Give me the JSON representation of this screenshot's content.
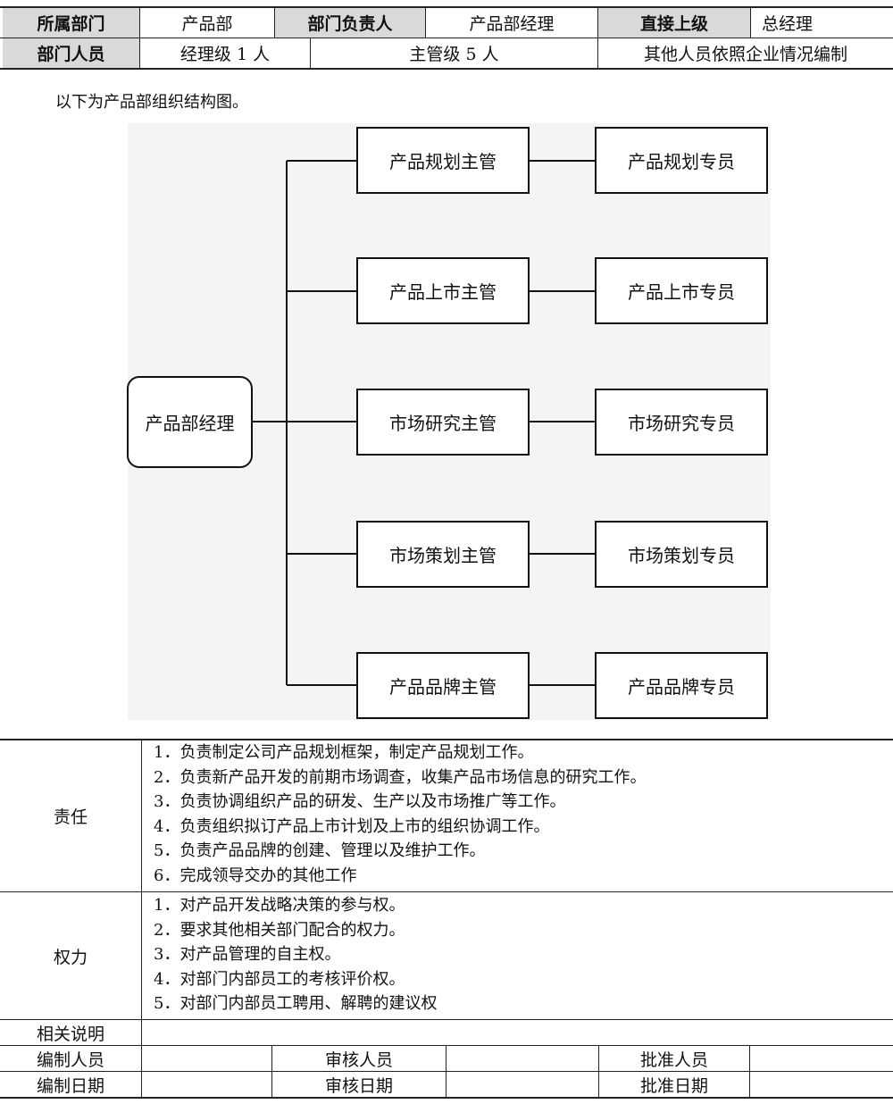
{
  "header_table": {
    "row1": {
      "dept_label": "所属部门",
      "dept_value": "产品部",
      "head_label": "部门负责人",
      "head_value": "产品部经理",
      "superior_label": "直接上级",
      "superior_value": "总经理"
    },
    "row2": {
      "staff_label": "部门人员",
      "manager_count": "经理级 1 人",
      "supervisor_count": "主管级 5 人",
      "others_note": "其他人员依照企业情况编制"
    }
  },
  "intro_text": "以下为产品部组织结构图。",
  "org_chart": {
    "root": "产品部经理",
    "supervisors": [
      "产品规划主管",
      "产品上市主管",
      "市场研究主管",
      "市场策划主管",
      "产品品牌主管"
    ],
    "specialists": [
      "产品规划专员",
      "产品上市专员",
      "市场研究专员",
      "市场策划专员",
      "产品品牌专员"
    ]
  },
  "duties": {
    "responsibility_label": "责任",
    "responsibilities": [
      "1．负责制定公司产品规划框架，制定产品规划工作。",
      "2．负责新产品开发的前期市场调查，收集产品市场信息的研究工作。",
      "3．负责协调组织产品的研发、生产以及市场推广等工作。",
      "4．负责组织拟订产品上市计划及上市的组织协调工作。",
      "5．负责产品品牌的创建、管理以及维护工作。",
      "6．完成领导交办的其他工作"
    ],
    "authority_label": "权力",
    "authorities": [
      "1．对产品开发战略决策的参与权。",
      "2．要求其他相关部门配合的权力。",
      "3．对产品管理的自主权。",
      "4．对部门内部员工的考核评价权。",
      "5．对部门内部员工聘用、解聘的建议权"
    ]
  },
  "footer_table": {
    "notes_label": "相关说明",
    "notes_value": "",
    "preparer_label": "编制人员",
    "reviewer_label": "审核人员",
    "approver_label": "批准人员",
    "prep_date_label": "编制日期",
    "review_date_label": "审核日期",
    "approve_date_label": "批准日期"
  }
}
